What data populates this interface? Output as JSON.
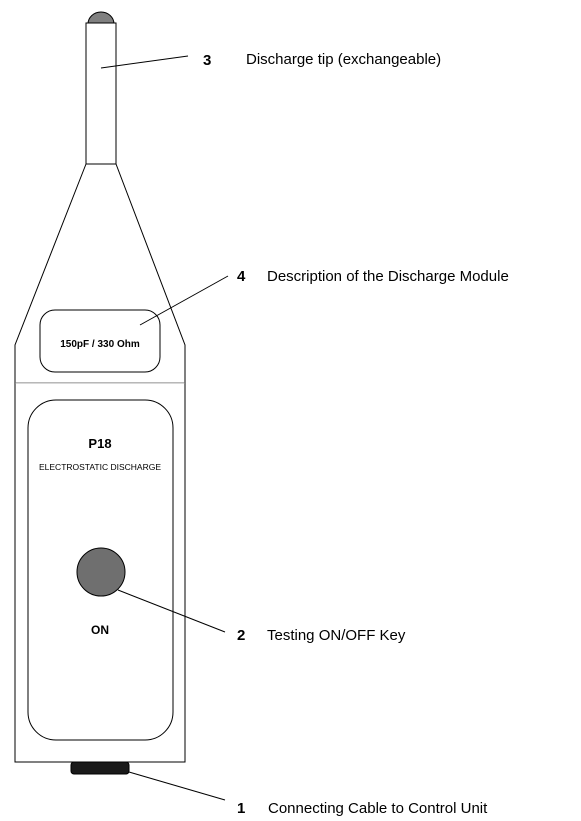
{
  "device": {
    "module_description": "150pF / 330 Ohm",
    "model": "P18",
    "subtitle": "ELECTROSTATIC DISCHARGE",
    "key_label": "ON"
  },
  "callouts": [
    {
      "number": "3",
      "text": "Discharge tip (exchangeable)"
    },
    {
      "number": "4",
      "text": "Description of the Discharge Module"
    },
    {
      "number": "2",
      "text": "Testing ON/OFF Key"
    },
    {
      "number": "1",
      "text": "Connecting Cable to Control Unit"
    }
  ],
  "colors": {
    "key": "#6f6f6f",
    "tip": "#808080",
    "cable": "#1a1a1a",
    "outline": "#000000"
  }
}
